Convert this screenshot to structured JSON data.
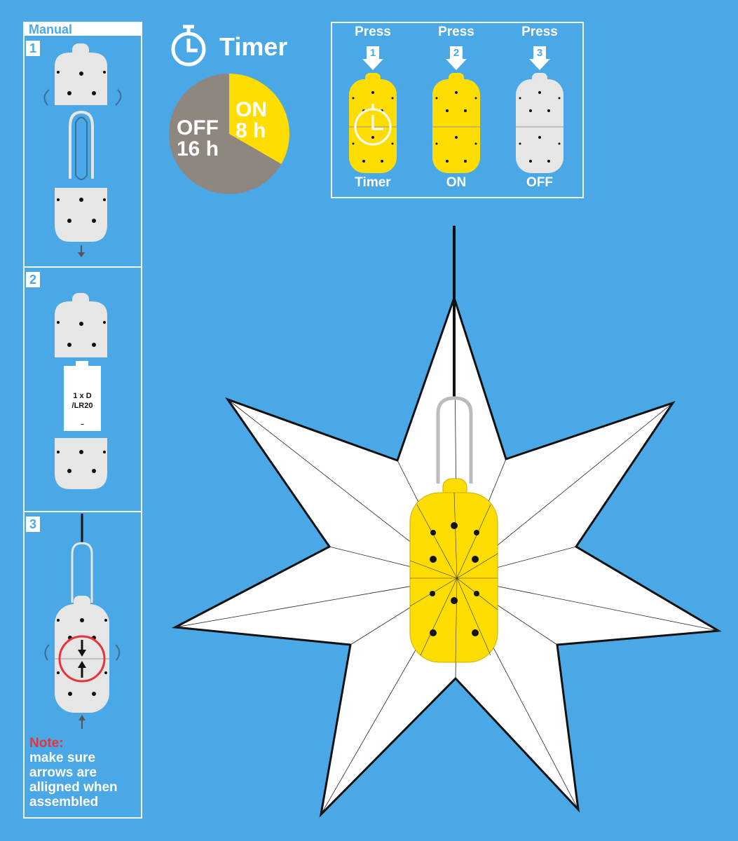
{
  "manual": {
    "title": "Manual",
    "steps": [
      {
        "number": "1"
      },
      {
        "number": "2"
      },
      {
        "number": "3"
      }
    ],
    "battery": {
      "line1": "1 x D",
      "line2": "/LR20",
      "minus": "–"
    },
    "note": {
      "label": "Note:",
      "text": [
        "make sure",
        "arrows are",
        "alligned when",
        "assembled"
      ]
    }
  },
  "timer": {
    "title": "Timer",
    "icon": "stopwatch-icon",
    "on_label": "ON",
    "on_value": "8 h",
    "on_hours": 8,
    "off_label": "OFF",
    "off_value": "16 h",
    "off_hours": 16,
    "on_color": "#ffdd00",
    "off_color": "#8e8780"
  },
  "modes": [
    {
      "press": "Press",
      "number": "1",
      "label": "Timer",
      "color": "#ffdd00"
    },
    {
      "press": "Press",
      "number": "2",
      "label": "ON",
      "color": "#ffdd00"
    },
    {
      "press": "Press",
      "number": "3",
      "label": "OFF",
      "color": "#e6e6e6"
    }
  ],
  "colors": {
    "background": "#4aa8e6",
    "lantern_on": "#ffdd00",
    "lantern_off": "#e6e6e6",
    "note_red": "#e8333a"
  }
}
